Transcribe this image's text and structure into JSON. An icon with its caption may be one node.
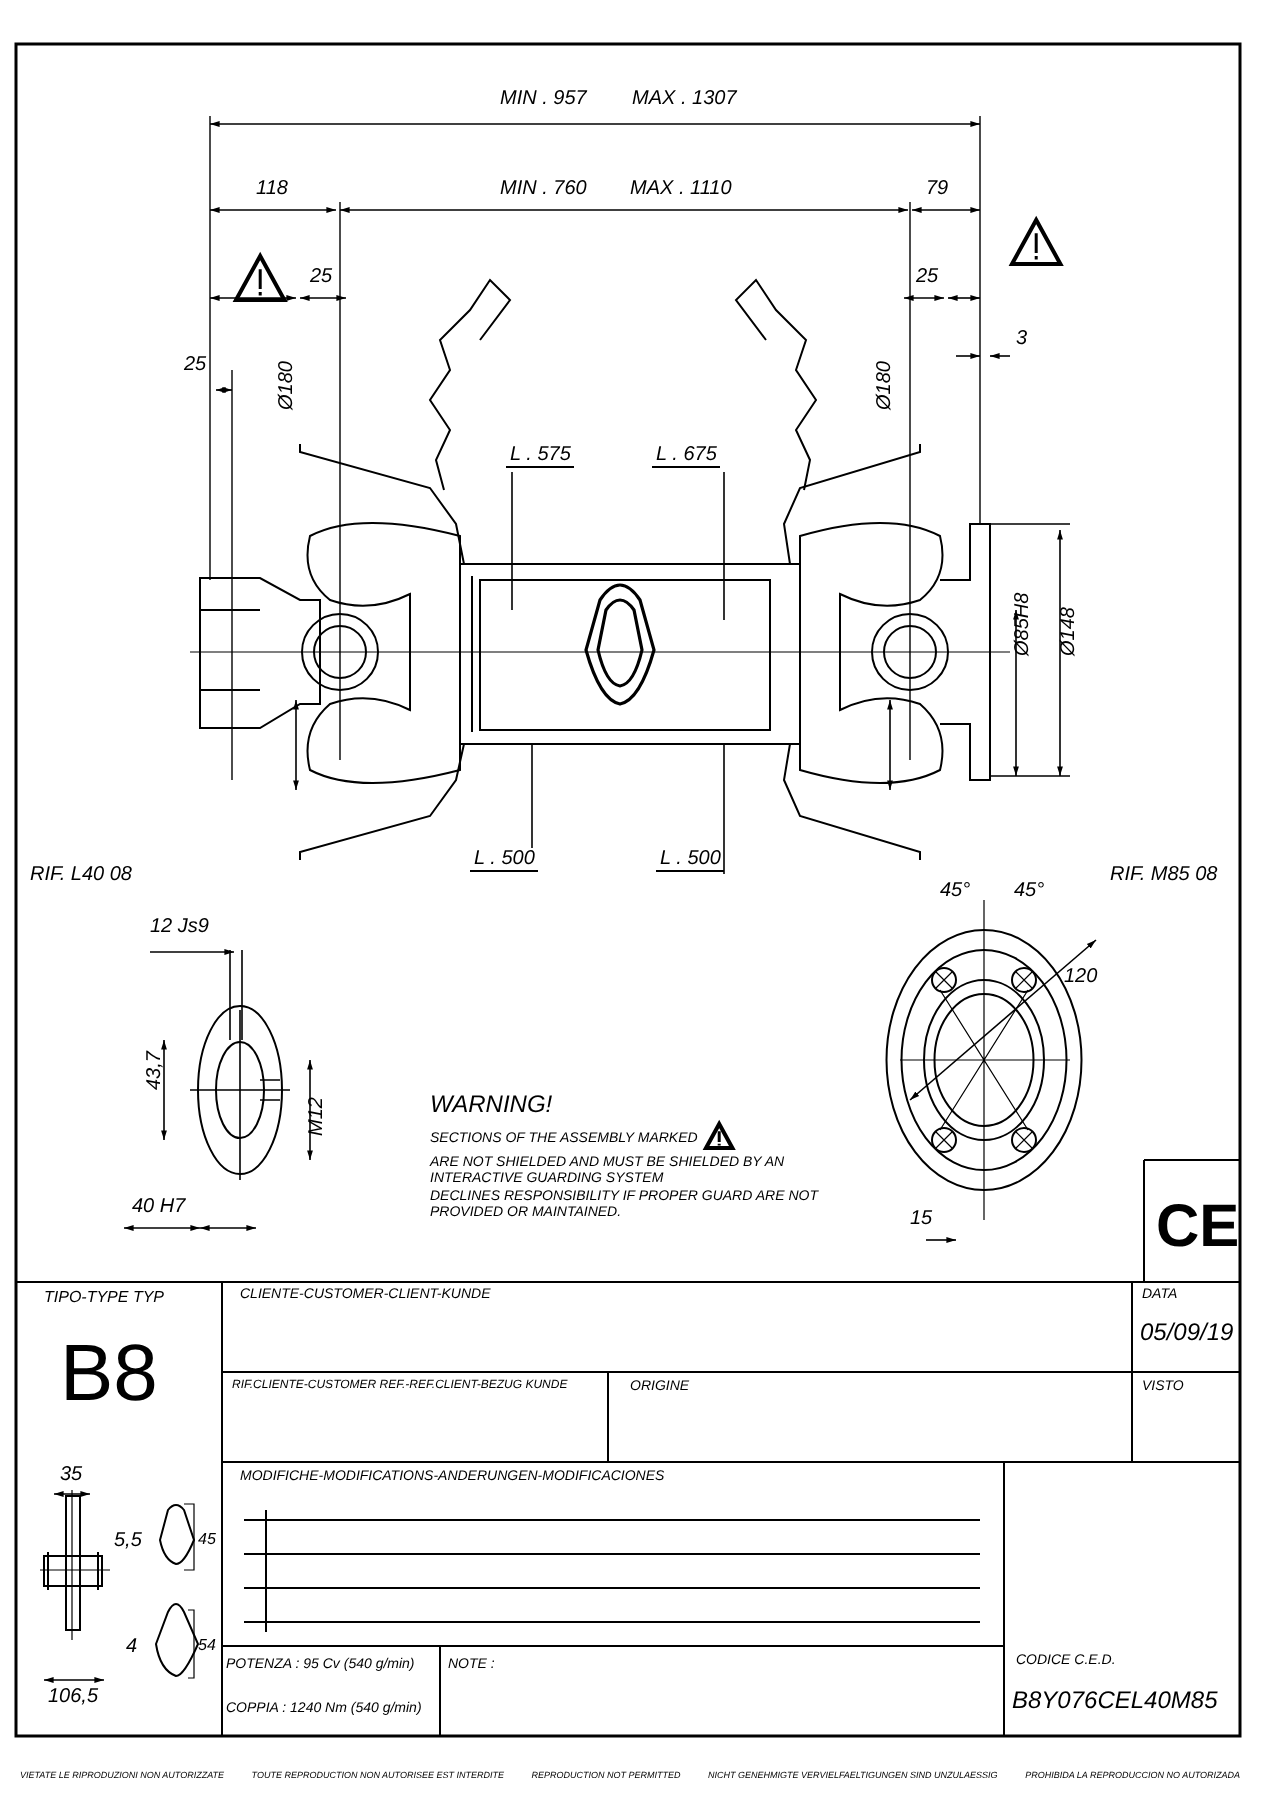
{
  "diagram": {
    "nodes": [
      {
        "text": [
          "L . 575"
        ]
      },
      {
        "text": [
          "L . 675"
        ]
      },
      {
        "text": [
          "L . 500"
        ]
      },
      {
        "text": [
          "L . 500"
        ]
      }
    ],
    "edges": [
      {
        "from": 0,
        "to": null,
        "arrow": "none"
      },
      {
        "from": 1,
        "to": null,
        "arrow": "none"
      },
      {
        "from": 2,
        "to": null,
        "arrow": "none"
      },
      {
        "from": 3,
        "to": null,
        "arrow": "none"
      }
    ],
    "labels": [
      "MIN . 957",
      "MAX . 1307",
      "118",
      "MIN . 760",
      "MAX . 1110",
      "79",
      "25",
      "25",
      "3",
      "25",
      "Ø180",
      "Ø180",
      "Ø85H8",
      "Ø148",
      "RIF. L40 08",
      "RIF. M85 08",
      "45°",
      "45°",
      "12 Js9",
      "120",
      "43,7",
      "M12",
      "40 H7",
      "15",
      "WARNING!",
      "SECTIONS OF THE ASSEMBLY MARKED",
      "ARE NOT SHIELDED AND MUST BE SHIELDED BY AN INTERACTIVE GUARDING SYSTEM",
      "DECLINES RESPONSIBILITY IF PROPER GUARD ARE NOT PROVIDED OR MAINTAINED.",
      "CE",
      "TIPO-TYPE TYP",
      "B8",
      "CLIENTE-CUSTOMER-CLIENT-KUNDE",
      "DATA",
      "05/09/19",
      "RIF.CLIENTE-CUSTOMER REF.-REF.CLIENT-BEZUG KUNDE",
      "ORIGINE",
      "VISTO",
      "MODIFICHE-MODIFICATIONS-ANDERUNGEN-MODIFICACIONES",
      "35",
      "5,5",
      "45",
      "4",
      "54",
      "106,5",
      "POTENZA : 95 Cv (540 g/min)",
      "NOTE :",
      "COPPIA : 1240 Nm (540 g/min)",
      "CODICE C.E.D.",
      "B8Y076CEL40M85",
      "VIETATE LE RIPRODUZIONI NON AUTORIZZATE",
      "TOUTE REPRODUCTION NON AUTORISEE EST INTERDITE",
      "REPRODUCTION NOT PERMITTED",
      "NICHT GENEHMIGTE VERVIELFAELTIGUNGEN SIND UNZULAESSIG",
      "PROHIBIDA LA REPRODUCCION NO AUTORIZADA"
    ]
  }
}
